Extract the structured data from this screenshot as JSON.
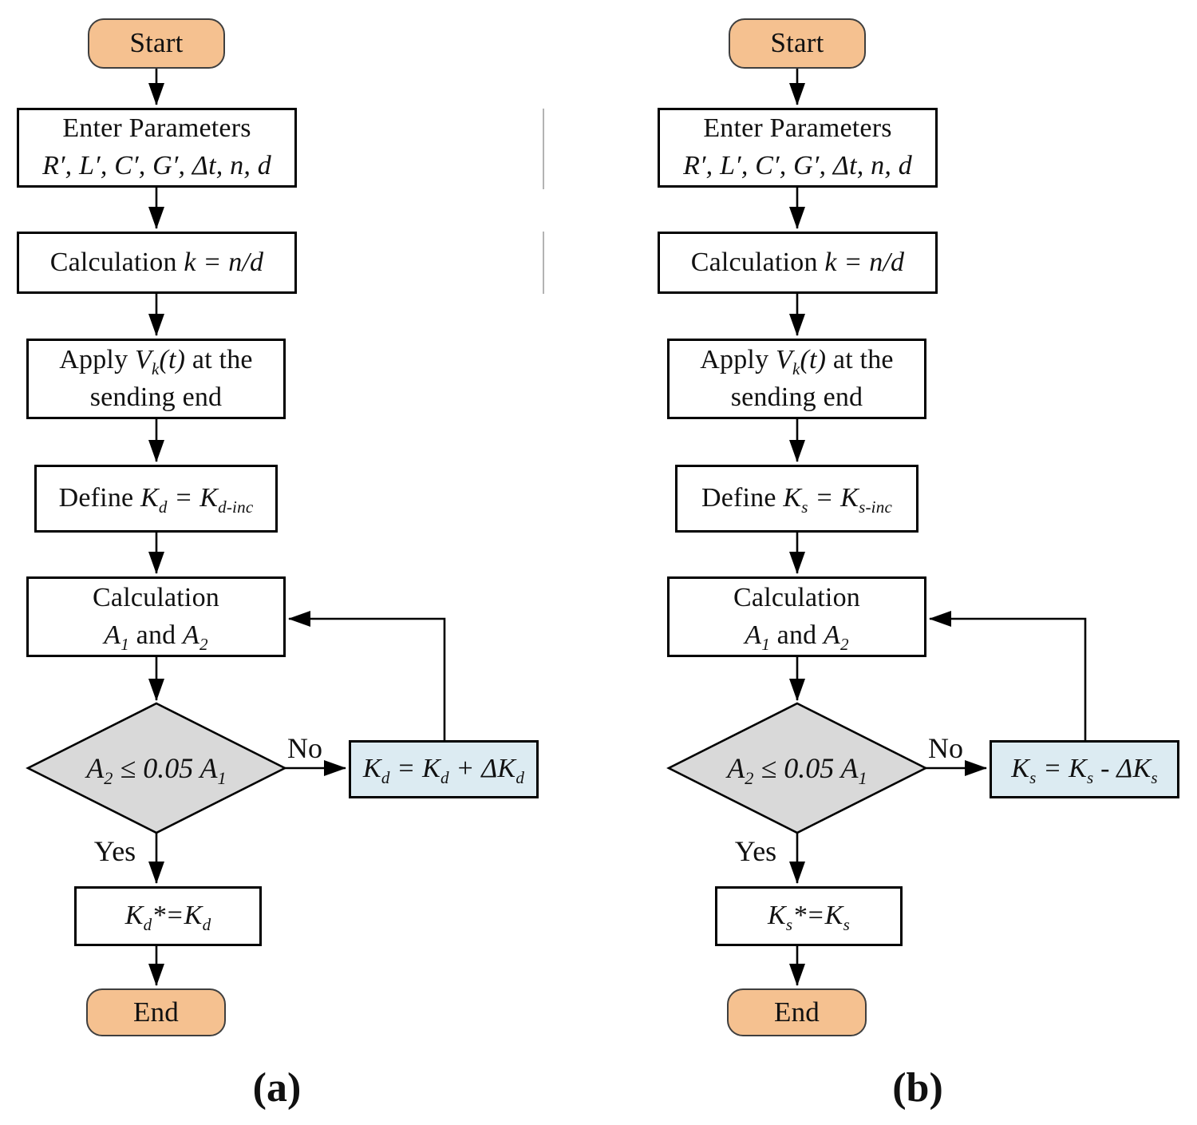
{
  "colors": {
    "terminal_fill": "#f5c190",
    "terminal_border": "#3f3f3f",
    "process_fill": "#ffffff",
    "process_border": "#000000",
    "decision_fill": "#d9d9d9",
    "update_fill": "#dcebf2",
    "line_color": "#000000",
    "divider_color": "#b3b3b3"
  },
  "panels": [
    {
      "caption": "(a)",
      "nodes": {
        "start": "Start",
        "enter_params": "Enter Parameters<br><i>R&#8242;, L&#8242;, C&#8242;, G&#8242;, &#916;t, n, d</i>",
        "calc_k": "Calculation <i>k = n/d</i>",
        "apply": "Apply <i>V<sub>k</sub>(t)</i> at the<br>sending end",
        "define": "Define <i>K<sub>d</sub> = K<sub>d-inc</sub></i>",
        "calc_a": "Calculation<br><i>A<sub>1</sub></i> and <i>A<sub>2</sub></i>",
        "decision": "<i>A<sub>2</sub> &#8804; 0.05 A<sub>1</sub></i>",
        "update": "<i>K<sub>d</sub> = K<sub>d</sub> + &#916;K<sub>d</sub></i>",
        "assign": "<i>K<sub>d</sub>*=K<sub>d</sub></i>",
        "end": "End"
      },
      "edge_labels": {
        "yes": "Yes",
        "no": "No"
      }
    },
    {
      "caption": "(b)",
      "nodes": {
        "start": "Start",
        "enter_params": "Enter Parameters<br><i>R&#8242;, L&#8242;, C&#8242;, G&#8242;, &#916;t, n, d</i>",
        "calc_k": "Calculation <i>k = n/d</i>",
        "apply": "Apply <i>V<sub>k</sub>(t)</i> at the<br>sending end",
        "define": "Define <i>K<sub>s</sub> = K<sub>s-inc</sub></i>",
        "calc_a": "Calculation<br><i>A<sub>1</sub></i> and <i>A<sub>2</sub></i>",
        "decision": "<i>A<sub>2</sub> &#8804; 0.05 A<sub>1</sub></i>",
        "update": "<i>K<sub>s</sub> = K<sub>s</sub> - &#916;K<sub>s</sub></i>",
        "assign": "<i>K<sub>s</sub>*=K<sub>s</sub></i>",
        "end": "End"
      },
      "edge_labels": {
        "yes": "Yes",
        "no": "No"
      }
    }
  ]
}
